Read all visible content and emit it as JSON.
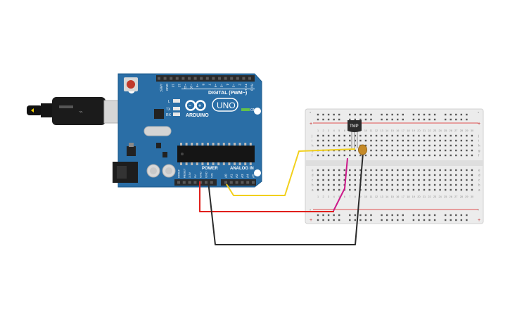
{
  "arduino": {
    "brand": "ARDUINO",
    "model": "UNO",
    "digital_header": "DIGITAL (PWM~)",
    "analog_header": "ANALOG IN",
    "power_header": "POWER",
    "on_label": "ON",
    "tx_label": "TX",
    "rx_label": "RX",
    "l_label": "L",
    "top_pins": [
      "AREF",
      "GND",
      "13",
      "12",
      "~11",
      "~10",
      "~9",
      "8",
      "7",
      "~6",
      "~5",
      "4",
      "~3",
      "2",
      "TX 1",
      "RX 0"
    ],
    "power_pins": [
      "IOREF",
      "RESET",
      "3.3V",
      "5V",
      "GND",
      "GND",
      "VIN"
    ],
    "analog_pins": [
      "A0",
      "A1",
      "A2",
      "A3",
      "A4",
      "A5"
    ]
  },
  "sensor": {
    "label": "TMP"
  },
  "breadboard": {
    "row_letters_top": [
      "j",
      "i",
      "h",
      "g",
      "f"
    ],
    "row_letters_bottom": [
      "e",
      "d",
      "c",
      "b",
      "a"
    ],
    "columns": [
      "1",
      "2",
      "3",
      "4",
      "5",
      "6",
      "7",
      "8",
      "9",
      "10",
      "11",
      "12",
      "13",
      "14",
      "15",
      "16",
      "17",
      "18",
      "19",
      "20",
      "21",
      "22",
      "23",
      "24",
      "25",
      "26",
      "27",
      "28",
      "29",
      "30"
    ],
    "rail_plus": "+",
    "rail_minus": "-"
  },
  "colors": {
    "board": "#2a6ea6",
    "wire_yellow": "#f2d01c",
    "wire_red": "#e0201c",
    "wire_black": "#2b2b2b",
    "wire_magenta": "#cc1a8a",
    "breadboard": "#ececec",
    "rail_red": "#e05050",
    "rail_blue": "#5080c8"
  }
}
